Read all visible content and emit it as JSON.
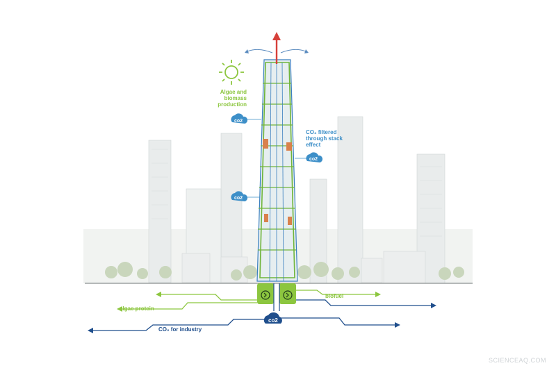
{
  "labels": {
    "algae_production": [
      "Algae and",
      "biomass",
      "production"
    ],
    "co2_filtered": [
      "CO₂ filtered",
      "through stack",
      "effect"
    ],
    "algae_protein": "algae protein",
    "biofuel": "biofuel",
    "co2_industry": "CO₂ for industry",
    "co2_badge": "co2"
  },
  "watermark": "SCIENCEAQ.COM",
  "colors": {
    "algae_green": "#8cc63f",
    "co2_blue": "#3d8fc8",
    "industry_navy": "#1f4e8c",
    "exhaust_red": "#d6403a",
    "tower_green": "#6fb53a"
  },
  "icons": [
    "sun-icon",
    "co2-cloud-icon",
    "recycle-icon",
    "exhaust-arrow-icon"
  ]
}
